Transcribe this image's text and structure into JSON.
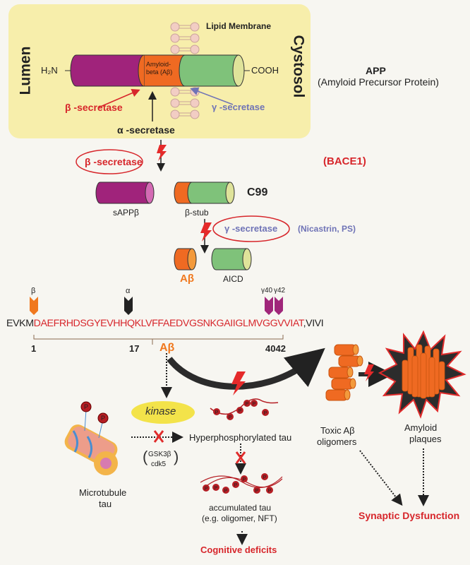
{
  "membrane_panel": {
    "lumen_label": "Lumen",
    "cytosol_label": "Cystosol",
    "lipid_label": "Lipid Membrane",
    "n_terminus": "H₂N",
    "c_terminus": "COOH",
    "abeta_segment_label": "Amyloid-beta (Aβ)",
    "beta_secretase": "β -secretase",
    "gamma_secretase": "γ -secretase",
    "alpha_secretase": "α -secretase"
  },
  "app_title": {
    "name": "APP",
    "full": "(Amyloid Precursor Protein)"
  },
  "cleavage": {
    "beta_enzyme": "β -secretase",
    "beta_alias": "(BACE1)",
    "sappb_label": "sAPPβ",
    "bstub_label": "β-stub",
    "c99_label": "C99",
    "gamma_enzyme": "γ -secretase",
    "gamma_alias": "(Nicastrin, PS)",
    "abeta_label": "Aβ",
    "aicd_label": "AICD"
  },
  "sequence": {
    "prefix": "EVKM",
    "abeta_seq": "DAEFRHDSGYEVHHQKLVFFAEDVGSNKGAIIGLMVGGVVIAT",
    "suffix": ",VIVI",
    "markers": [
      {
        "label": "β",
        "color": "#f0781e"
      },
      {
        "label": "α",
        "color": "#222222"
      },
      {
        "label": "γ40",
        "color": "#a0267a"
      },
      {
        "label": "γ42",
        "color": "#a0267a"
      }
    ],
    "positions": [
      "1",
      "17",
      "4042"
    ],
    "bracket_label": "Aβ"
  },
  "tau_pathway": {
    "kinase_label": "kinase",
    "kinase_examples": [
      "GSK3β",
      "cdk5"
    ],
    "microtubule_label": [
      "Microtubule",
      "tau"
    ],
    "hyper_tau_label": "Hyperphosphorylated tau",
    "accumulated_label": [
      "accumulated tau",
      "(e.g. oligomer, NFT)"
    ],
    "outcome": "Cognitive deficits",
    "phospho_symbol": "P"
  },
  "amyloid_pathway": {
    "oligomer_label": [
      "Toxic Aβ",
      "oligomers"
    ],
    "plaque_label": [
      "Amyloid",
      "plaques"
    ],
    "outcome": "Synaptic Dysfunction"
  },
  "colors": {
    "panel_bg": "#f7eeab",
    "magenta": "#a0237b",
    "orange": "#ef6a22",
    "green": "#7fc27a",
    "red_text": "#d7262b",
    "blue_text": "#6f73b6"
  }
}
